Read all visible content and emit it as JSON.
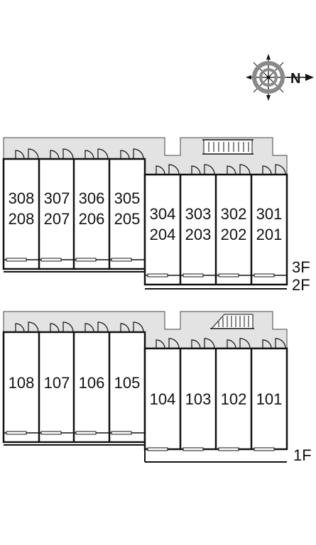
{
  "compass": {
    "icon": "compass-rose-icon",
    "north_label": "N"
  },
  "upper_block": {
    "floor_labels": [
      "3F",
      "2F"
    ],
    "west_units": [
      {
        "top": "308",
        "bottom": "208"
      },
      {
        "top": "307",
        "bottom": "207"
      },
      {
        "top": "306",
        "bottom": "206"
      },
      {
        "top": "305",
        "bottom": "205"
      }
    ],
    "east_units": [
      {
        "top": "304",
        "bottom": "204"
      },
      {
        "top": "303",
        "bottom": "203"
      },
      {
        "top": "302",
        "bottom": "202"
      },
      {
        "top": "301",
        "bottom": "201"
      }
    ]
  },
  "lower_block": {
    "floor_labels": [
      "1F"
    ],
    "west_units": [
      "108",
      "107",
      "106",
      "105"
    ],
    "east_units": [
      "104",
      "103",
      "102",
      "101"
    ]
  },
  "colors": {
    "corridor": "#e3e3e3",
    "wall": "#111111",
    "compass_ring": "#8a8a8a"
  }
}
